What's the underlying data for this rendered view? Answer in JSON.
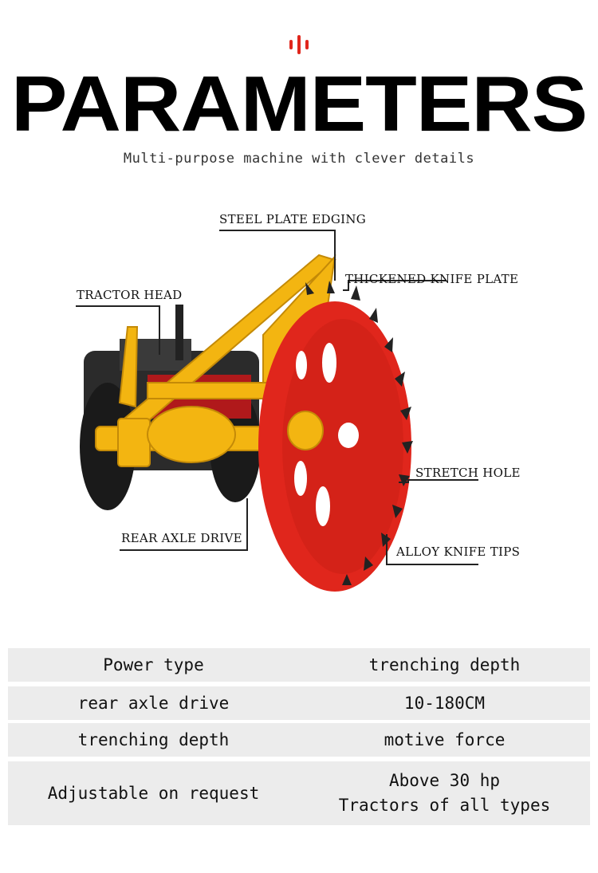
{
  "header": {
    "accent_icon": "red-bars-icon",
    "title": "PARAMETERS",
    "subtitle": "Multi-purpose machine with clever details"
  },
  "callouts": {
    "steel_plate_edging": "STEEL PLATE EDGING",
    "thickened_knife_plate": "THICKENED KNIFE PLATE",
    "tractor_head": "TRACTOR HEAD",
    "stretch_hole": "STRETCH HOLE",
    "rear_axle_drive": "REAR AXLE DRIVE",
    "alloy_knife_tips": "ALLOY KNIFE TIPS"
  },
  "colors": {
    "wheel_red": "#e0261c",
    "frame_yellow": "#f3b511",
    "table_bg": "#ececec",
    "accent_red": "#e0261c"
  },
  "params": {
    "rows": [
      {
        "left": "Power type",
        "right": "trenching depth"
      },
      {
        "left": "rear axle drive",
        "right": "10-180CM"
      },
      {
        "left": "trenching depth",
        "right": "motive force"
      },
      {
        "left": "Adjustable on request",
        "right_line1": "Above 30 hp",
        "right_line2": "Tractors of all types"
      }
    ]
  }
}
